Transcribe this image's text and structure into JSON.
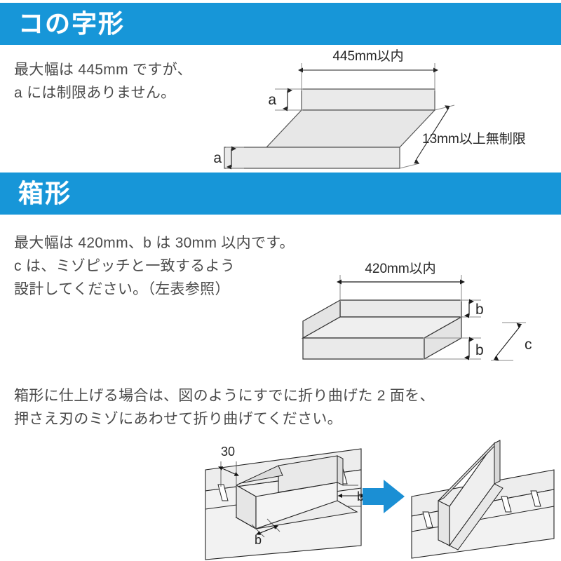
{
  "document": {
    "language": "ja",
    "background_color": "#ffffff",
    "accent_color": "#1796d8",
    "text_color": "#4a4a4a",
    "shape_fill": "#eaeaea",
    "shape_stroke": "#4d4d4d"
  },
  "sections": [
    {
      "id": "ko-no-ji-gata",
      "header": "コの字形",
      "body": "最大幅は 445mm ですが、\na には制限ありません。",
      "diagram": {
        "name": "channel-shape-diagram",
        "labels": {
          "width": "445mm以内",
          "height_left_top": "a",
          "height_left_bottom": "a",
          "depth": "13mm以上無制限"
        }
      }
    },
    {
      "id": "hako-gata",
      "header": "箱形",
      "body": "最大幅は 420mm、b は 30mm 以内です。\nc は、ミゾピッチと一致するよう\n設計してください。（左表参照）",
      "diagram": {
        "name": "box-shape-diagram",
        "labels": {
          "width": "420mm以内",
          "height_upper": "b",
          "height_lower": "b",
          "depth": "c"
        }
      }
    }
  ],
  "footer": {
    "body": "箱形に仕上げる場合は、図のようにすでに折り曲げた 2 面を、\n押さえ刃のミゾにあわせて折り曲げてください。",
    "diagram": {
      "name": "press-brake-groove-diagram",
      "labels": {
        "groove_width": "30",
        "flange_right": "b",
        "flange_front": "b"
      },
      "arrow": {
        "name": "process-arrow-right",
        "color": "#1b8fd4",
        "direction": "right"
      }
    }
  }
}
